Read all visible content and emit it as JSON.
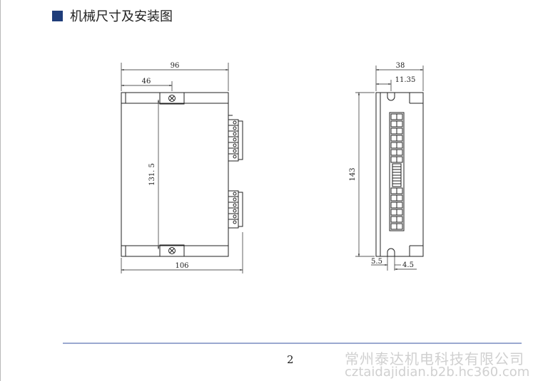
{
  "section": {
    "title": "机械尺寸及安装图"
  },
  "front_view": {
    "dim_top_width": "96",
    "dim_hole_offset": "46",
    "dim_hole_spacing": "131. 5",
    "dim_bottom_width": "106"
  },
  "side_view": {
    "dim_top_width": "38",
    "dim_slot_offset": "11.35",
    "dim_height": "143",
    "dim_slot_width": "5.5",
    "dim_slot_depth": "4.5"
  },
  "footer": {
    "page_number": "2"
  },
  "watermark": {
    "company": "常州泰达机电科技有限公司",
    "url": "cztaidajidian.b2b.hc360.com"
  },
  "colors": {
    "heading_square": "#1f3d7a",
    "footer_line": "#9aa8d0",
    "watermark": "#d0d0d0"
  }
}
